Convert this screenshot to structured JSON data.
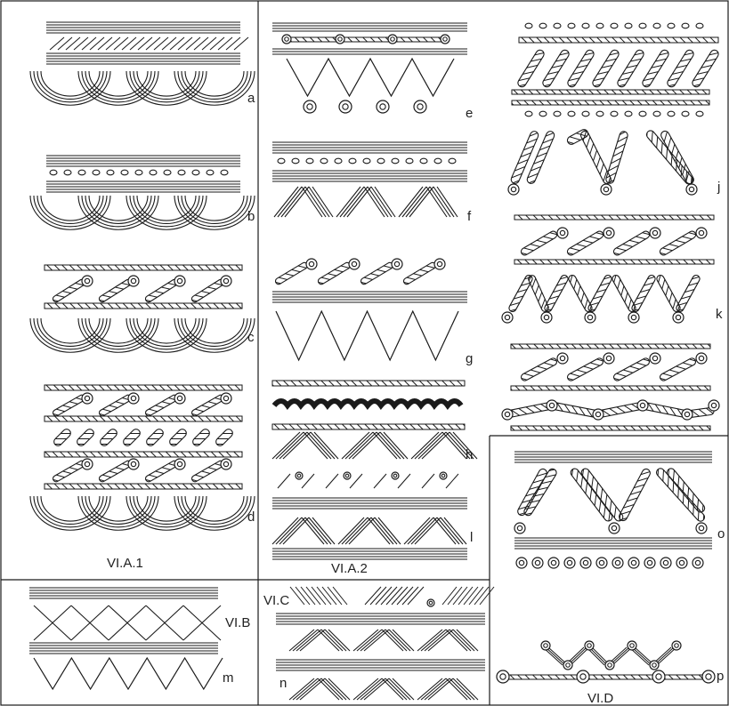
{
  "panels": [
    {
      "id": "a",
      "label": "a"
    },
    {
      "id": "b",
      "label": "b"
    },
    {
      "id": "c",
      "label": "c"
    },
    {
      "id": "d",
      "label": "d"
    },
    {
      "id": "e",
      "label": "e"
    },
    {
      "id": "f",
      "label": "f"
    },
    {
      "id": "g",
      "label": "g"
    },
    {
      "id": "h",
      "label": "h"
    },
    {
      "id": "l",
      "label": "l"
    },
    {
      "id": "j",
      "label": "j"
    },
    {
      "id": "k",
      "label": "k"
    },
    {
      "id": "m",
      "label": "m"
    },
    {
      "id": "n",
      "label": "n"
    },
    {
      "id": "o",
      "label": "o"
    },
    {
      "id": "p",
      "label": "p"
    }
  ],
  "groups": {
    "vi_a_1": "VI.A.1",
    "vi_a_2": "VI.A.2",
    "vi_b": "VI.B",
    "vi_c": "VI.C",
    "vi_d": "VI.D"
  },
  "colors": {
    "ink": "#1a1a1a",
    "background": "#ffffff"
  }
}
